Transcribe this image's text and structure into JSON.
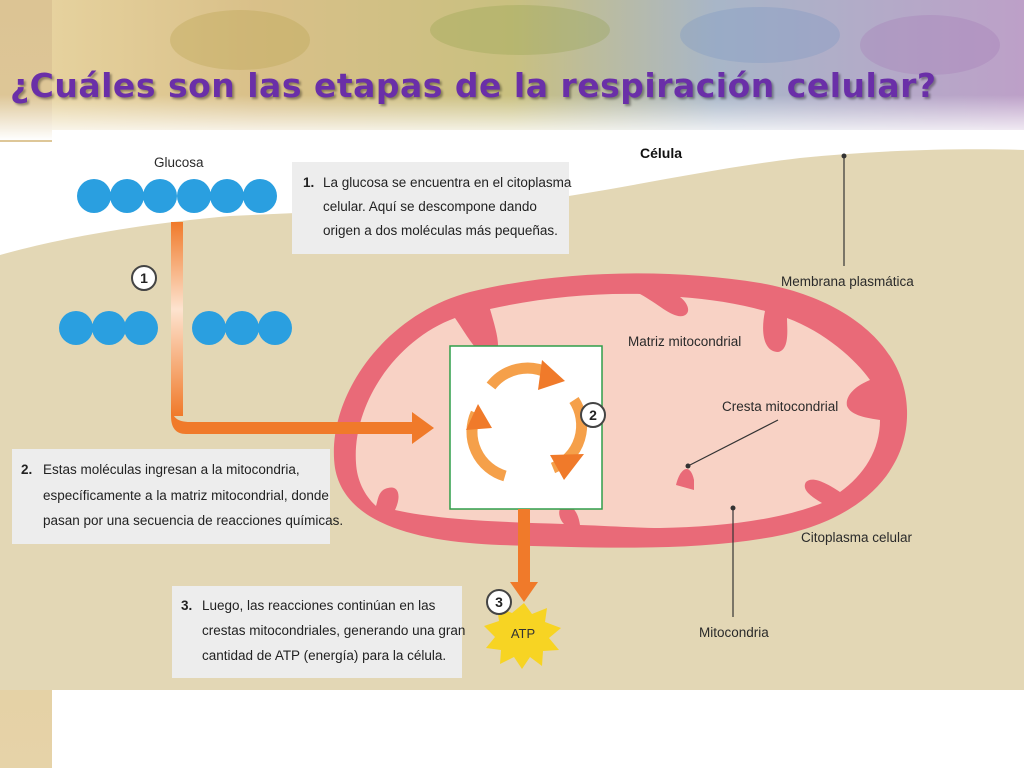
{
  "title": "¿Cuáles son las etapas de la respiración celular?",
  "labels": {
    "glucosa": "Glucosa",
    "celula": "Célula",
    "membrana": "Membrana plasmática",
    "matriz": "Matriz mitocondrial",
    "cresta": "Cresta mitocondrial",
    "citoplasma": "Citoplasma celular",
    "mitocondria": "Mitocondria",
    "atp": "ATP"
  },
  "steps": [
    {
      "number": "1.",
      "badge": "1",
      "lines": [
        "La glucosa se encuentra en el citoplasma",
        "celular. Aquí se descompone dando",
        "origen a dos moléculas más pequeñas."
      ]
    },
    {
      "number": "2.",
      "badge": "2",
      "lines": [
        "Estas moléculas ingresan a la mitocondria,",
        "específicamente a la matriz mitocondrial, donde",
        "pasan por una secuencia de reacciones químicas."
      ]
    },
    {
      "number": "3.",
      "badge": "3",
      "lines": [
        "Luego, las reacciones continúan en las",
        "crestas mitocondriales, generando una gran",
        "cantidad de ATP (energía) para la célula."
      ]
    }
  ],
  "colors": {
    "title": "#6a2fa8",
    "cytoplasm": "#e3d7b5",
    "mito_membrane": "#e96a78",
    "mito_matrix": "#f8d2c5",
    "molecule": "#2a9fe0",
    "arrow": "#f07a2a",
    "atp_star": "#f7d423",
    "box_border": "#2f9e4a"
  }
}
